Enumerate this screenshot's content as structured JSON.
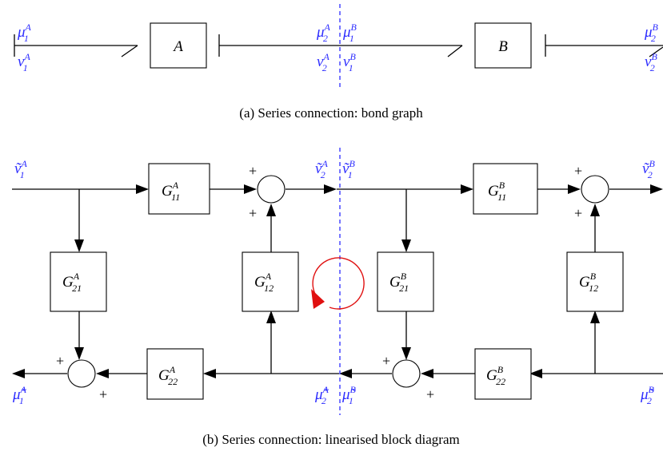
{
  "colors": {
    "signal_label": "#2d2dff",
    "loop_arrow": "#e01010",
    "line": "#000000"
  },
  "bond_graph": {
    "caption": "(a)  Series connection: bond graph",
    "block_a": "A",
    "block_b": "B",
    "labels": {
      "mu1A": "μ",
      "mu1A_sub": "1",
      "mu1A_sup": "A",
      "v1A": "v",
      "v1A_sub": "1",
      "v1A_sup": "A",
      "mu2A": "μ",
      "mu2A_sub": "2",
      "mu2A_sup": "A",
      "v2A": "v",
      "v2A_sub": "2",
      "v2A_sup": "A",
      "mu1B": "μ",
      "mu1B_sub": "1",
      "mu1B_sup": "B",
      "v1B": "v",
      "v1B_sub": "1",
      "v1B_sup": "B",
      "mu2B": "μ",
      "mu2B_sub": "2",
      "mu2B_sup": "B",
      "v2B": "v",
      "v2B_sub": "2",
      "v2B_sup": "B"
    }
  },
  "block_diagram": {
    "caption": "(b)  Series connection: linearised block diagram",
    "blocks": {
      "g11a": {
        "sym": "G",
        "sub": "11",
        "sup": "A"
      },
      "g21a": {
        "sym": "G",
        "sub": "21",
        "sup": "A"
      },
      "g12a": {
        "sym": "G",
        "sub": "12",
        "sup": "A"
      },
      "g22a": {
        "sym": "G",
        "sub": "22",
        "sup": "A"
      },
      "g11b": {
        "sym": "G",
        "sub": "11",
        "sup": "B"
      },
      "g21b": {
        "sym": "G",
        "sub": "21",
        "sup": "B"
      },
      "g12b": {
        "sym": "G",
        "sub": "12",
        "sup": "B"
      },
      "g22b": {
        "sym": "G",
        "sub": "22",
        "sup": "B"
      }
    },
    "labels": {
      "tv1A": "ṽ",
      "tv1A_sub": "1",
      "tv1A_sup": "A",
      "tv2A": "ṽ",
      "tv2A_sub": "2",
      "tv2A_sup": "A",
      "tv1B": "ṽ",
      "tv1B_sub": "1",
      "tv1B_sup": "B",
      "tv2B": "ṽ",
      "tv2B_sub": "2",
      "tv2B_sup": "B",
      "tmu1A": "μ̃",
      "tmu1A_sub": "1",
      "tmu1A_sup": "A",
      "tmu2A": "μ̃",
      "tmu2A_sub": "2",
      "tmu2A_sup": "A",
      "tmu1B": "μ̃",
      "tmu1B_sub": "1",
      "tmu1B_sup": "B",
      "tmu2B": "μ̃",
      "tmu2B_sub": "2",
      "tmu2B_sup": "B"
    },
    "plus_sign": "+"
  }
}
